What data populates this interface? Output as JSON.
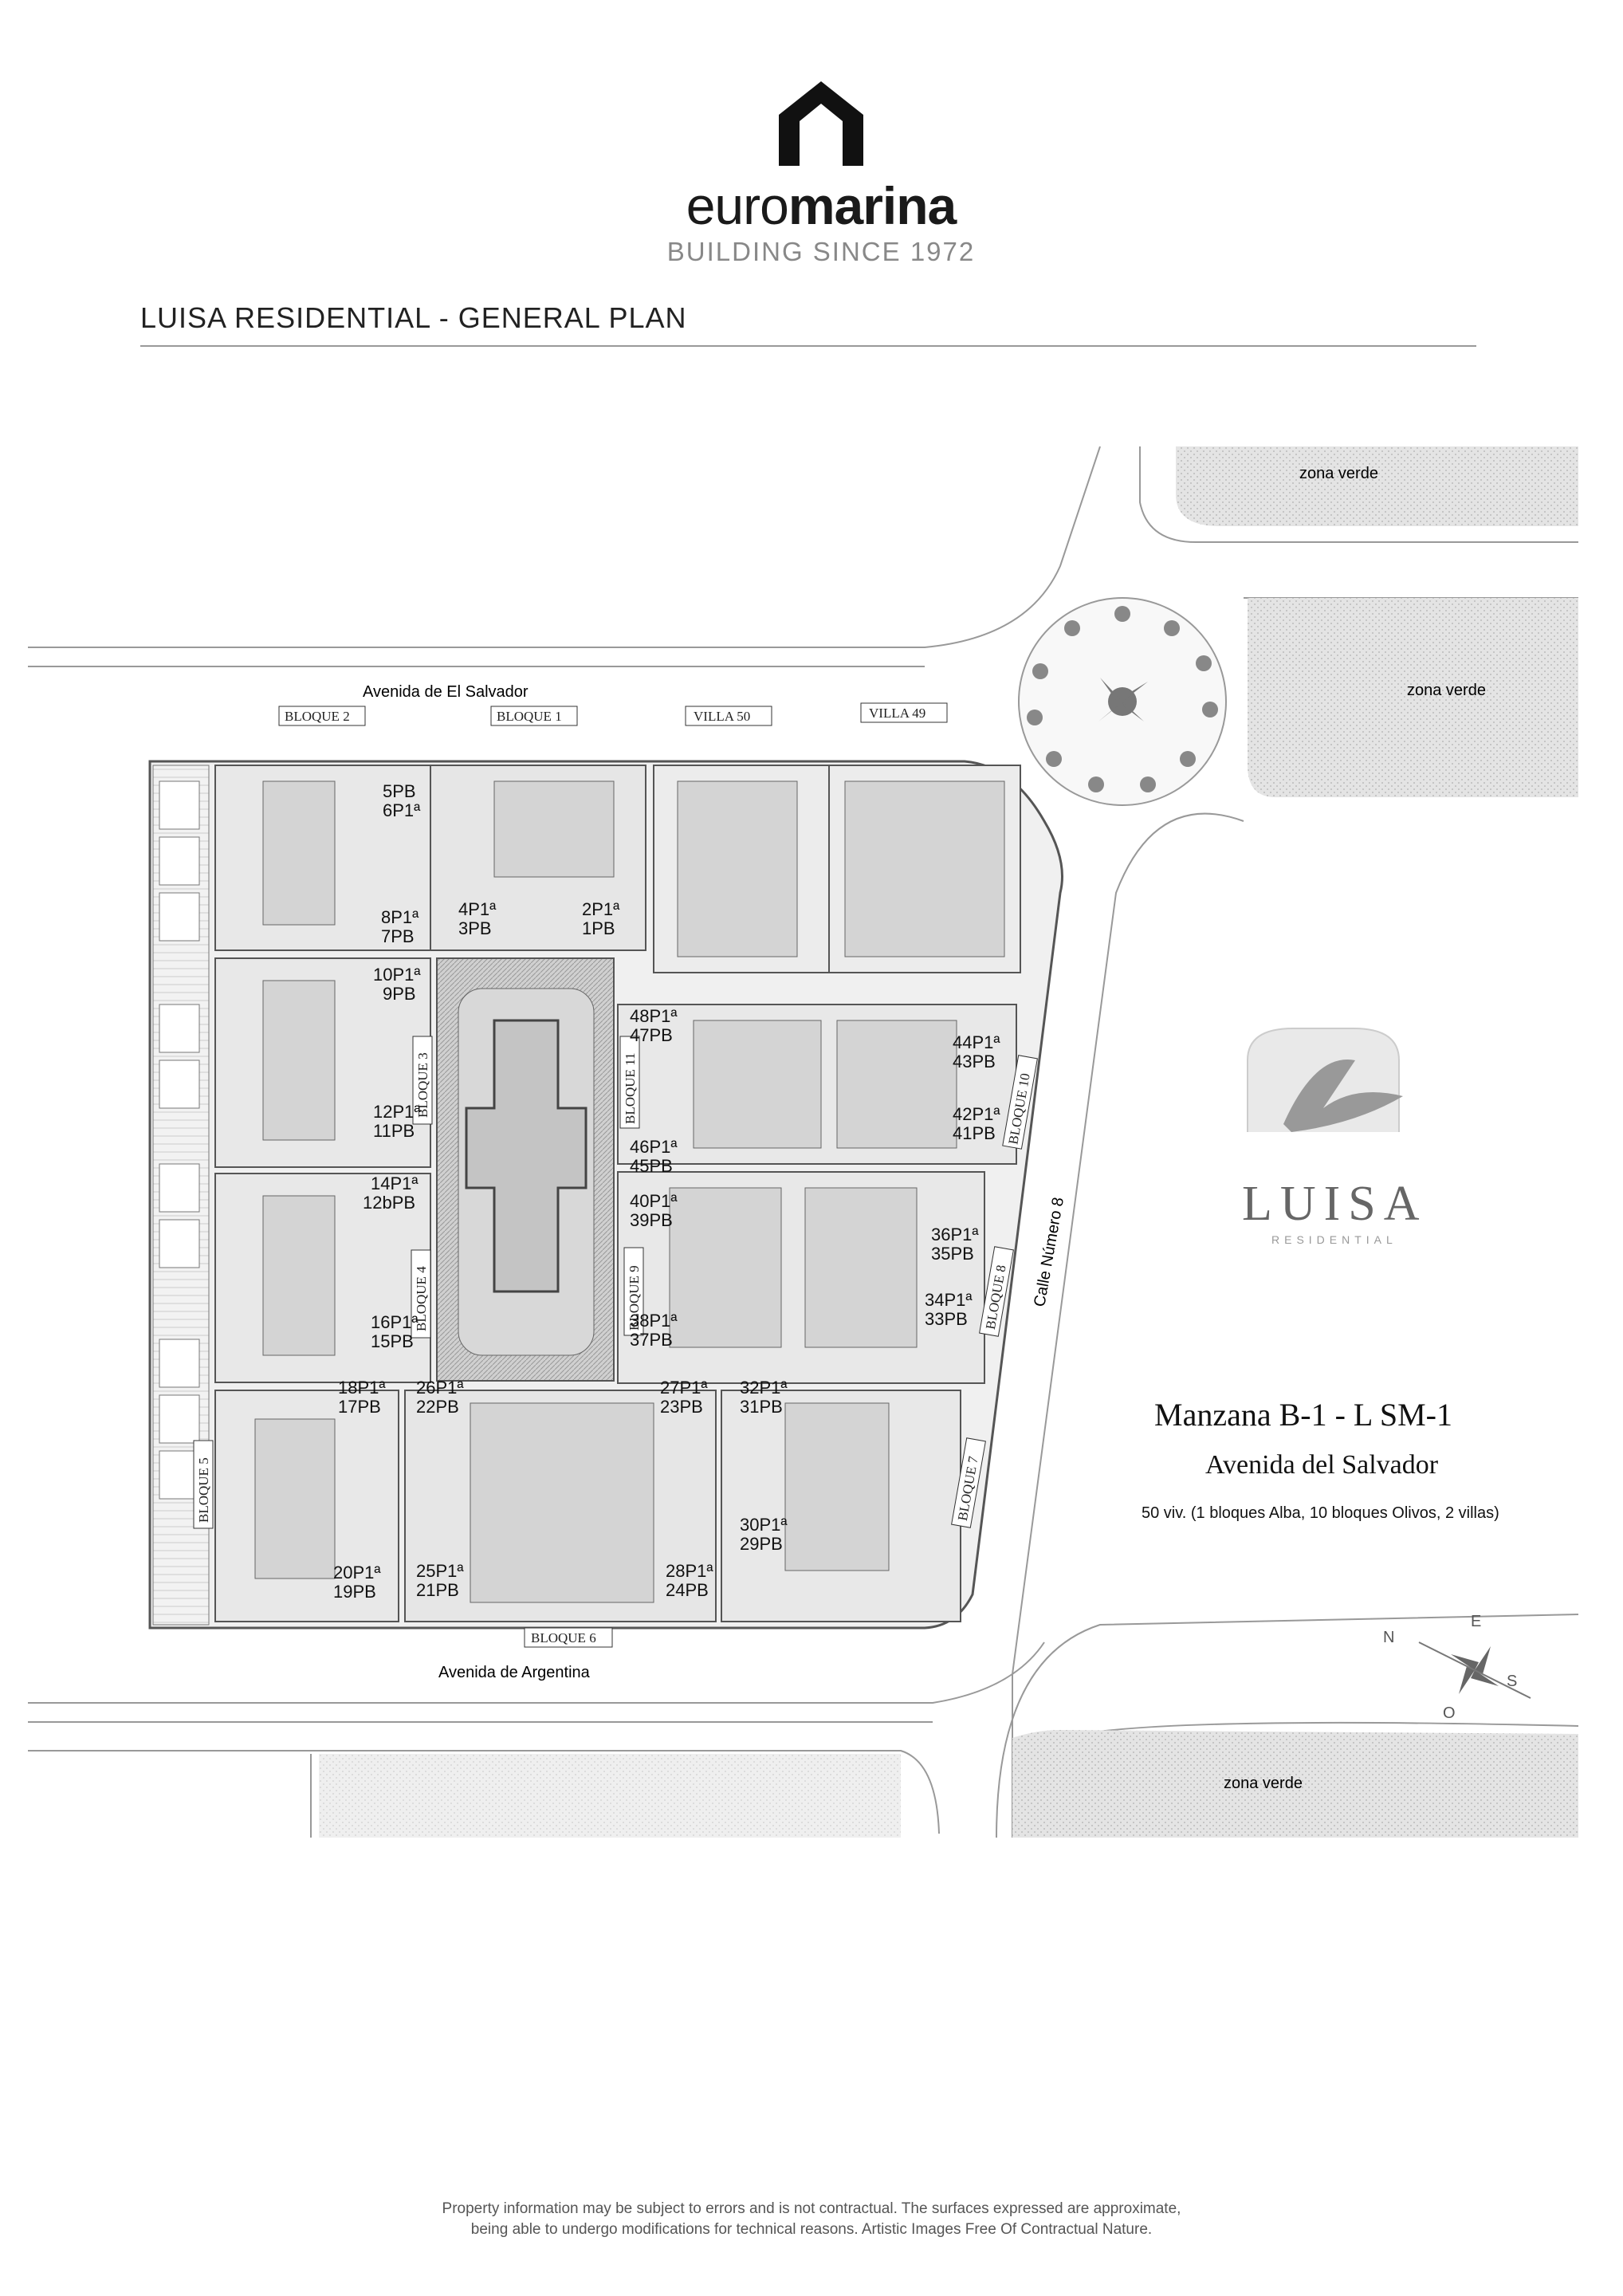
{
  "header": {
    "brand_light": "euro",
    "brand_bold": "marina",
    "tagline": "BUILDING SINCE 1972"
  },
  "page_title": "LUISA RESIDENTIAL - GENERAL PLAN",
  "map": {
    "streets": {
      "top": "Avenida  de  El Salvador",
      "bottom": "Avenida  de  Argentina",
      "right": "Calle  Número  8"
    },
    "green_zones": [
      "zona verde",
      "zona verde",
      "zona verde"
    ],
    "block_labels": [
      "BLOQUE 2",
      "BLOQUE 1",
      "VILLA 50",
      "VILLA 49",
      "BLOQUE 3",
      "BLOQUE 11",
      "BLOQUE 10",
      "BLOQUE 4",
      "BLOQUE 9",
      "BLOQUE 8",
      "BLOQUE 5",
      "BLOQUE 7",
      "BLOQUE 6"
    ],
    "unit_labels": [
      "5PB",
      "6P1ª",
      "8P1ª",
      "7PB",
      "4P1ª",
      "3PB",
      "2P1ª",
      "1PB",
      "10P1ª",
      "9PB",
      "12P1ª",
      "11PB",
      "48P1ª",
      "47PB",
      "44P1ª",
      "43PB",
      "42P1ª",
      "41PB",
      "46P1ª",
      "45PB",
      "14P1ª",
      "12bPB",
      "16P1ª",
      "15PB",
      "40P1ª",
      "39PB",
      "36P1ª",
      "35PB",
      "34P1ª",
      "33PB",
      "38P1ª",
      "37PB",
      "18P1ª",
      "17PB",
      "26P1ª",
      "22PB",
      "27P1ª",
      "23PB",
      "32P1ª",
      "31PB",
      "20P1ª",
      "19PB",
      "25P1ª",
      "21PB",
      "28P1ª",
      "24PB",
      "30P1ª",
      "29PB"
    ],
    "legend": {
      "manzana": "Manzana B-1 - L   SM-1",
      "avenue": "Avenida del Salvador",
      "summary": "50 viv. (1 bloques Alba, 10 bloques Olivos, 2 villas)"
    },
    "luisa_logo": {
      "name": "LUISA",
      "sub": "RESIDENTIAL"
    },
    "compass": {
      "n": "N",
      "e": "E",
      "s": "S",
      "o": "O"
    }
  },
  "footer": {
    "line1": "Property information may be subject to errors and is not contractual. The surfaces expressed are approximate,",
    "line2": "being able to undergo modifications for technical reasons. Artistic Images Free Of Contractual Nature."
  }
}
